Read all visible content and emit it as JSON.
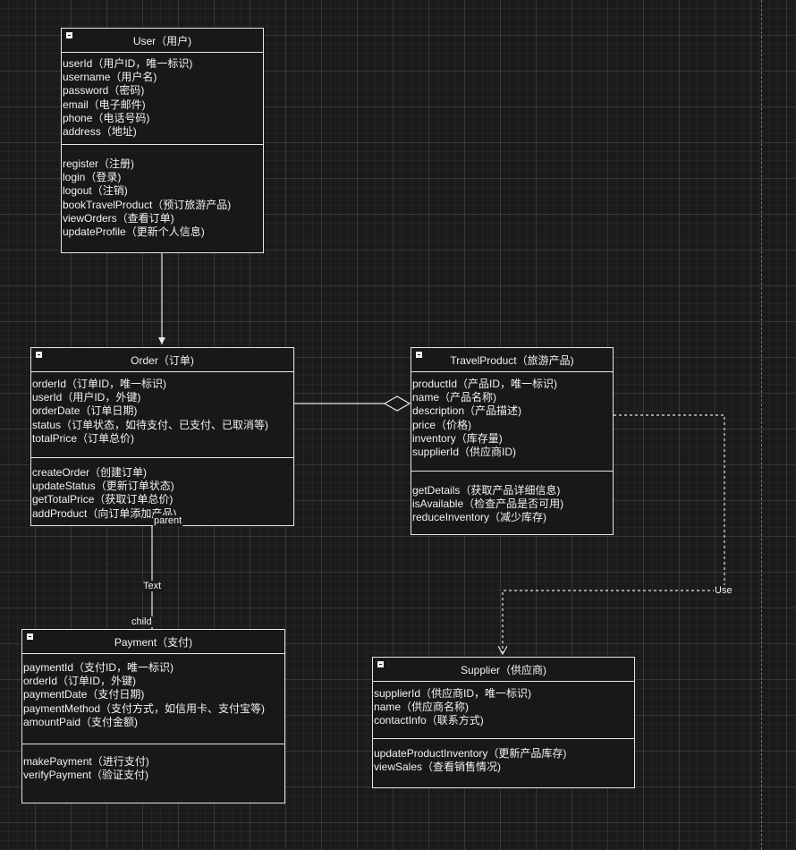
{
  "classes": {
    "user": {
      "title": "User（用户)",
      "attributes": [
        "userId（用户ID，唯一标识)",
        "username（用户名)",
        "password（密码)",
        "email（电子邮件)",
        "phone（电话号码)",
        "address（地址)"
      ],
      "methods": [
        "register（注册)",
        "login（登录)",
        "logout（注销)",
        "bookTravelProduct（预订旅游产品)",
        "viewOrders（查看订单)",
        "updateProfile（更新个人信息)"
      ]
    },
    "order": {
      "title": "Order（订单)",
      "attributes": [
        "orderId（订单ID，唯一标识)",
        "userId（用户ID，外键)",
        "orderDate（订单日期)",
        "status（订单状态，如待支付、已支付、已取消等)",
        "totalPrice（订单总价)"
      ],
      "methods": [
        "createOrder（创建订单)",
        "updateStatus（更新订单状态)",
        "getTotalPrice（获取订单总价)",
        "addProduct（向订单添加产品)"
      ]
    },
    "travel_product": {
      "title": "TravelProduct（旅游产品)",
      "attributes": [
        "productId（产品ID，唯一标识)",
        "name（产品名称)",
        "description（产品描述)",
        "price（价格)",
        "inventory（库存量)",
        "supplierId（供应商ID)"
      ],
      "methods": [
        "getDetails（获取产品详细信息)",
        "isAvailable（检查产品是否可用)",
        "reduceInventory（减少库存)"
      ]
    },
    "payment": {
      "title": "Payment（支付)",
      "attributes": [
        "paymentId（支付ID，唯一标识)",
        "orderId（订单ID，外键)",
        "paymentDate（支付日期)",
        "paymentMethod（支付方式，如信用卡、支付宝等)",
        "amountPaid（支付金额)"
      ],
      "methods": [
        "makePayment（进行支付)",
        "verifyPayment（验证支付)"
      ]
    },
    "supplier": {
      "title": "Supplier（供应商)",
      "attributes": [
        "supplierId（供应商ID，唯一标识)",
        "name（供应商名称)",
        "contactInfo（联系方式)"
      ],
      "methods": [
        "updateProductInventory（更新产品库存)",
        "viewSales（查看销售情况)"
      ]
    }
  },
  "edge_labels": {
    "parent": "parent",
    "text": "Text",
    "child": "child",
    "use": "Use"
  },
  "colors": {
    "background": "#1b1b1b",
    "stroke": "#e6e6e6",
    "text": "#f2f2f2"
  },
  "icons": {
    "collapse": "minus-square-icon"
  }
}
